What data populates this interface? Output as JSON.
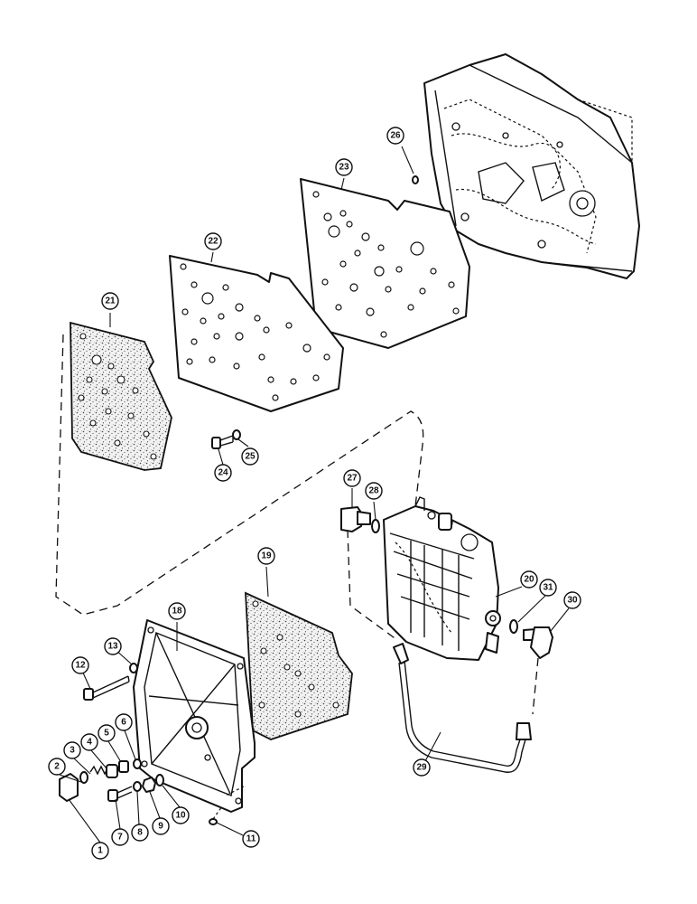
{
  "callouts": [
    {
      "id": "c1",
      "label": "1"
    },
    {
      "id": "c2",
      "label": "2"
    },
    {
      "id": "c3",
      "label": "3"
    },
    {
      "id": "c4",
      "label": "4"
    },
    {
      "id": "c5",
      "label": "5"
    },
    {
      "id": "c6",
      "label": "6"
    },
    {
      "id": "c7",
      "label": "7"
    },
    {
      "id": "c8",
      "label": "8"
    },
    {
      "id": "c9",
      "label": "9"
    },
    {
      "id": "c10",
      "label": "10"
    },
    {
      "id": "c11",
      "label": "11"
    },
    {
      "id": "c12",
      "label": "12"
    },
    {
      "id": "c13",
      "label": "13"
    },
    {
      "id": "c18",
      "label": "18"
    },
    {
      "id": "c19",
      "label": "19"
    },
    {
      "id": "c20",
      "label": "20"
    },
    {
      "id": "c21",
      "label": "21"
    },
    {
      "id": "c22",
      "label": "22"
    },
    {
      "id": "c23",
      "label": "23"
    },
    {
      "id": "c24",
      "label": "24"
    },
    {
      "id": "c25",
      "label": "25"
    },
    {
      "id": "c26",
      "label": "26"
    },
    {
      "id": "c27",
      "label": "27"
    },
    {
      "id": "c28",
      "label": "28"
    },
    {
      "id": "c29",
      "label": "29"
    },
    {
      "id": "c30",
      "label": "30"
    },
    {
      "id": "c31",
      "label": "31"
    }
  ]
}
